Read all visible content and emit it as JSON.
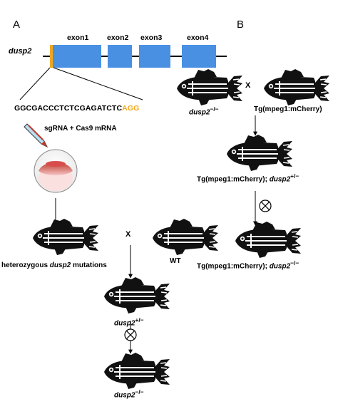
{
  "panels": {
    "a": "A",
    "b": "B"
  },
  "gene_map": {
    "gene_label": "dusp2",
    "exons": [
      "exon1",
      "exon2",
      "exon3",
      "exon4"
    ],
    "exon_color": "#4a90e2",
    "target_marker_color": "#f0a820"
  },
  "sequence": {
    "main": "GGCGACCCTCTCGAGATCTC",
    "pam": "AGG"
  },
  "injection": {
    "label": "sgRNA + Cas9 mRNA"
  },
  "panel_a": {
    "f0_label": "heterozygous ",
    "f0_gene": "dusp2",
    "f0_suffix": " mutations",
    "cross_symbol": "X",
    "wt_label": "WT",
    "het_gene": "dusp2",
    "het_genotype": "+/−",
    "incross_symbol": "⊗",
    "ko_gene": "dusp2",
    "ko_genotype": "−/−"
  },
  "panel_b": {
    "parent1_gene": "dusp2",
    "parent1_genotype": "−/−",
    "cross_symbol": "X",
    "parent2_label": "Tg(mpeg1:mCherry)",
    "f1_prefix": "Tg(mpeg1:mCherry); ",
    "f1_gene": "dusp2",
    "f1_genotype": "+/−",
    "incross_symbol": "⊗",
    "f2_prefix": "Tg(mpeg1:mCherry); ",
    "f2_gene": "dusp2",
    "f2_genotype": "−/−"
  },
  "icons": {
    "fish": "fish-icon",
    "embryo": "embryo-icon",
    "needle": "injection-needle-icon",
    "incross": "self-cross-icon"
  }
}
